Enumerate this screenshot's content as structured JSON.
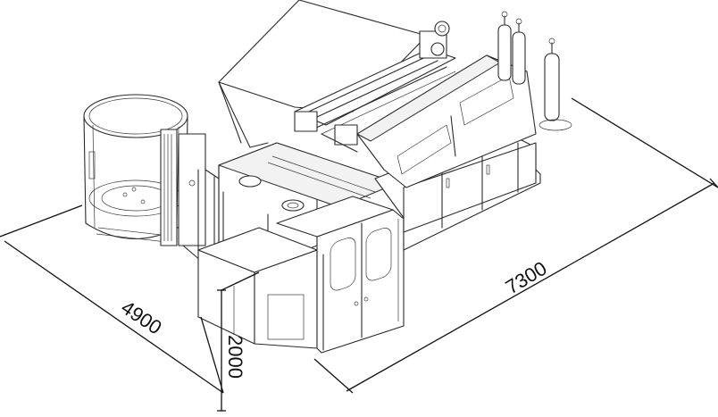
{
  "dimensions": {
    "width": "7300",
    "depth": "4900",
    "height": "2000"
  }
}
